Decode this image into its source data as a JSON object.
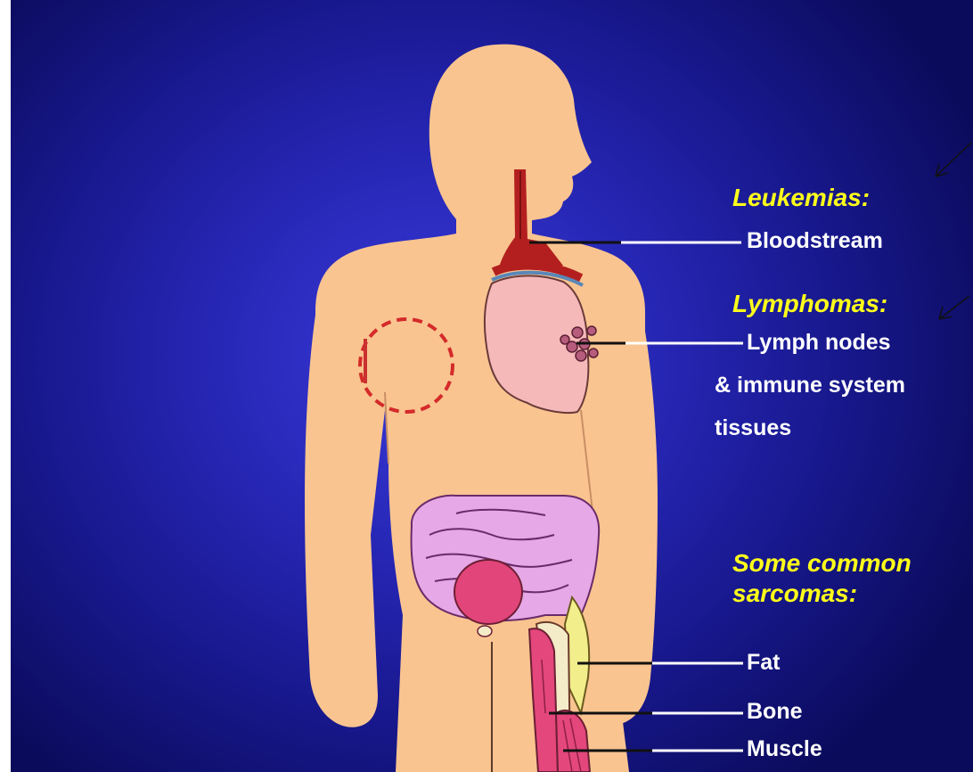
{
  "colors": {
    "background": "#2424b0",
    "skin": "#f9c48f",
    "heading": "#ffff1a",
    "label": "#ffffff",
    "blood_vessel": "#b31f1f",
    "lung": "#f6b9b9",
    "intestine": "#e6a8e6",
    "bladder": "#e2457a",
    "muscle": "#e4477c",
    "fat": "#f2ee8c",
    "tumor_circle": "#d42a2a"
  },
  "labels": {
    "leukemias_heading": "Leukemias:",
    "bloodstream": "Bloodstream",
    "lymphomas_heading": "Lymphomas:",
    "lymph_nodes": "Lymph nodes",
    "immune_system": "& immune system",
    "tissues": "tissues",
    "sarcomas_heading_line1": "Some common",
    "sarcomas_heading_line2": "sarcomas:",
    "fat": "Fat",
    "bone": "Bone",
    "muscle": "Muscle"
  }
}
